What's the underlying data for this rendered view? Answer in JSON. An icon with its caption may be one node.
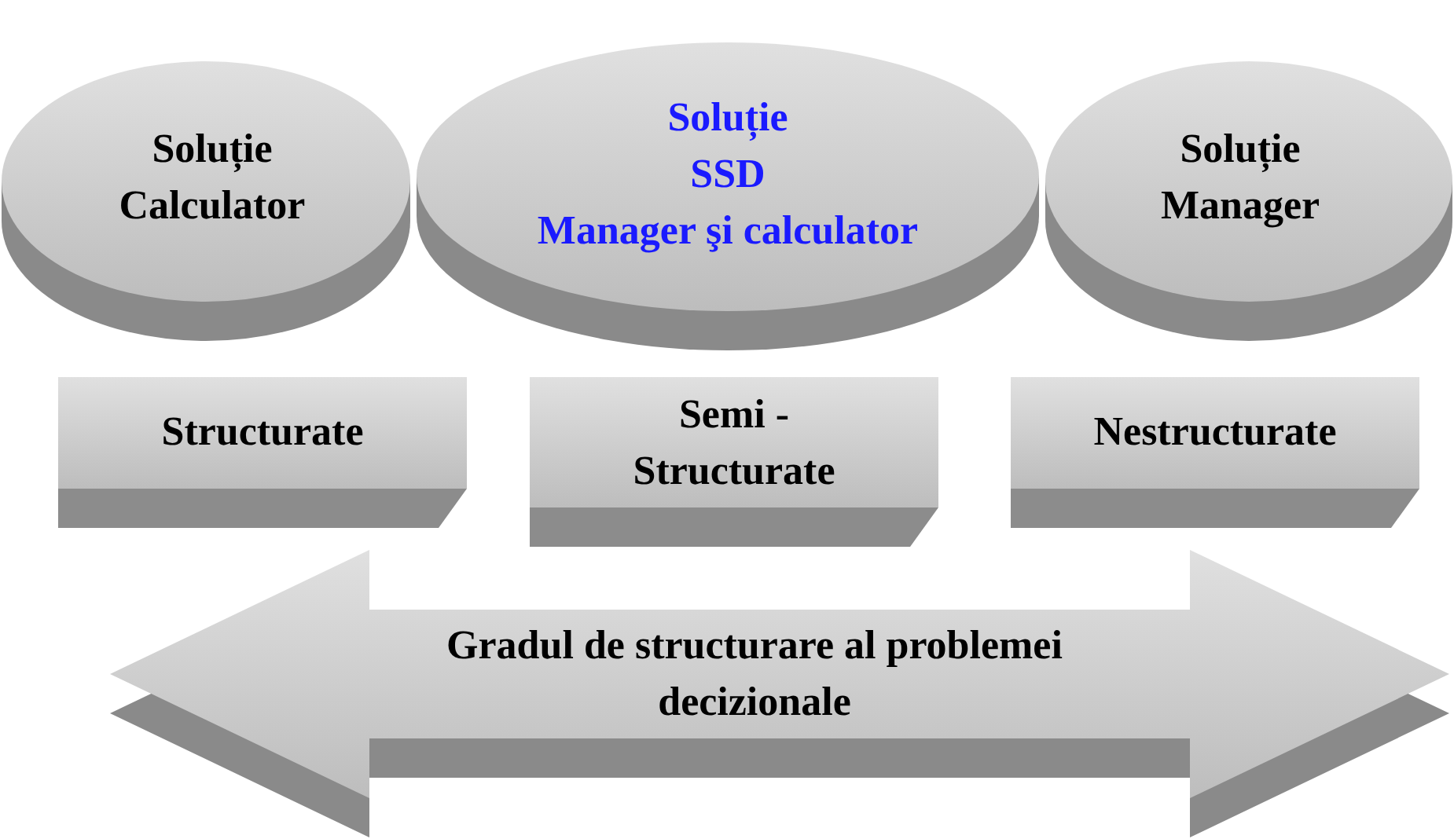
{
  "diagram": {
    "nodes": [
      {
        "text": [
          "Soluție Calculator"
        ]
      },
      {
        "text": [
          "Soluție",
          "SSD",
          "Manager şi calculator"
        ]
      },
      {
        "text": [
          "Soluție Manager"
        ]
      },
      {
        "text": [
          "Structurate"
        ]
      },
      {
        "text": [
          "Semi - Structurate"
        ]
      },
      {
        "text": [
          "Nestructurate"
        ]
      },
      {
        "text": [
          "Gradul de structurare al problemei decizionale"
        ]
      }
    ]
  }
}
